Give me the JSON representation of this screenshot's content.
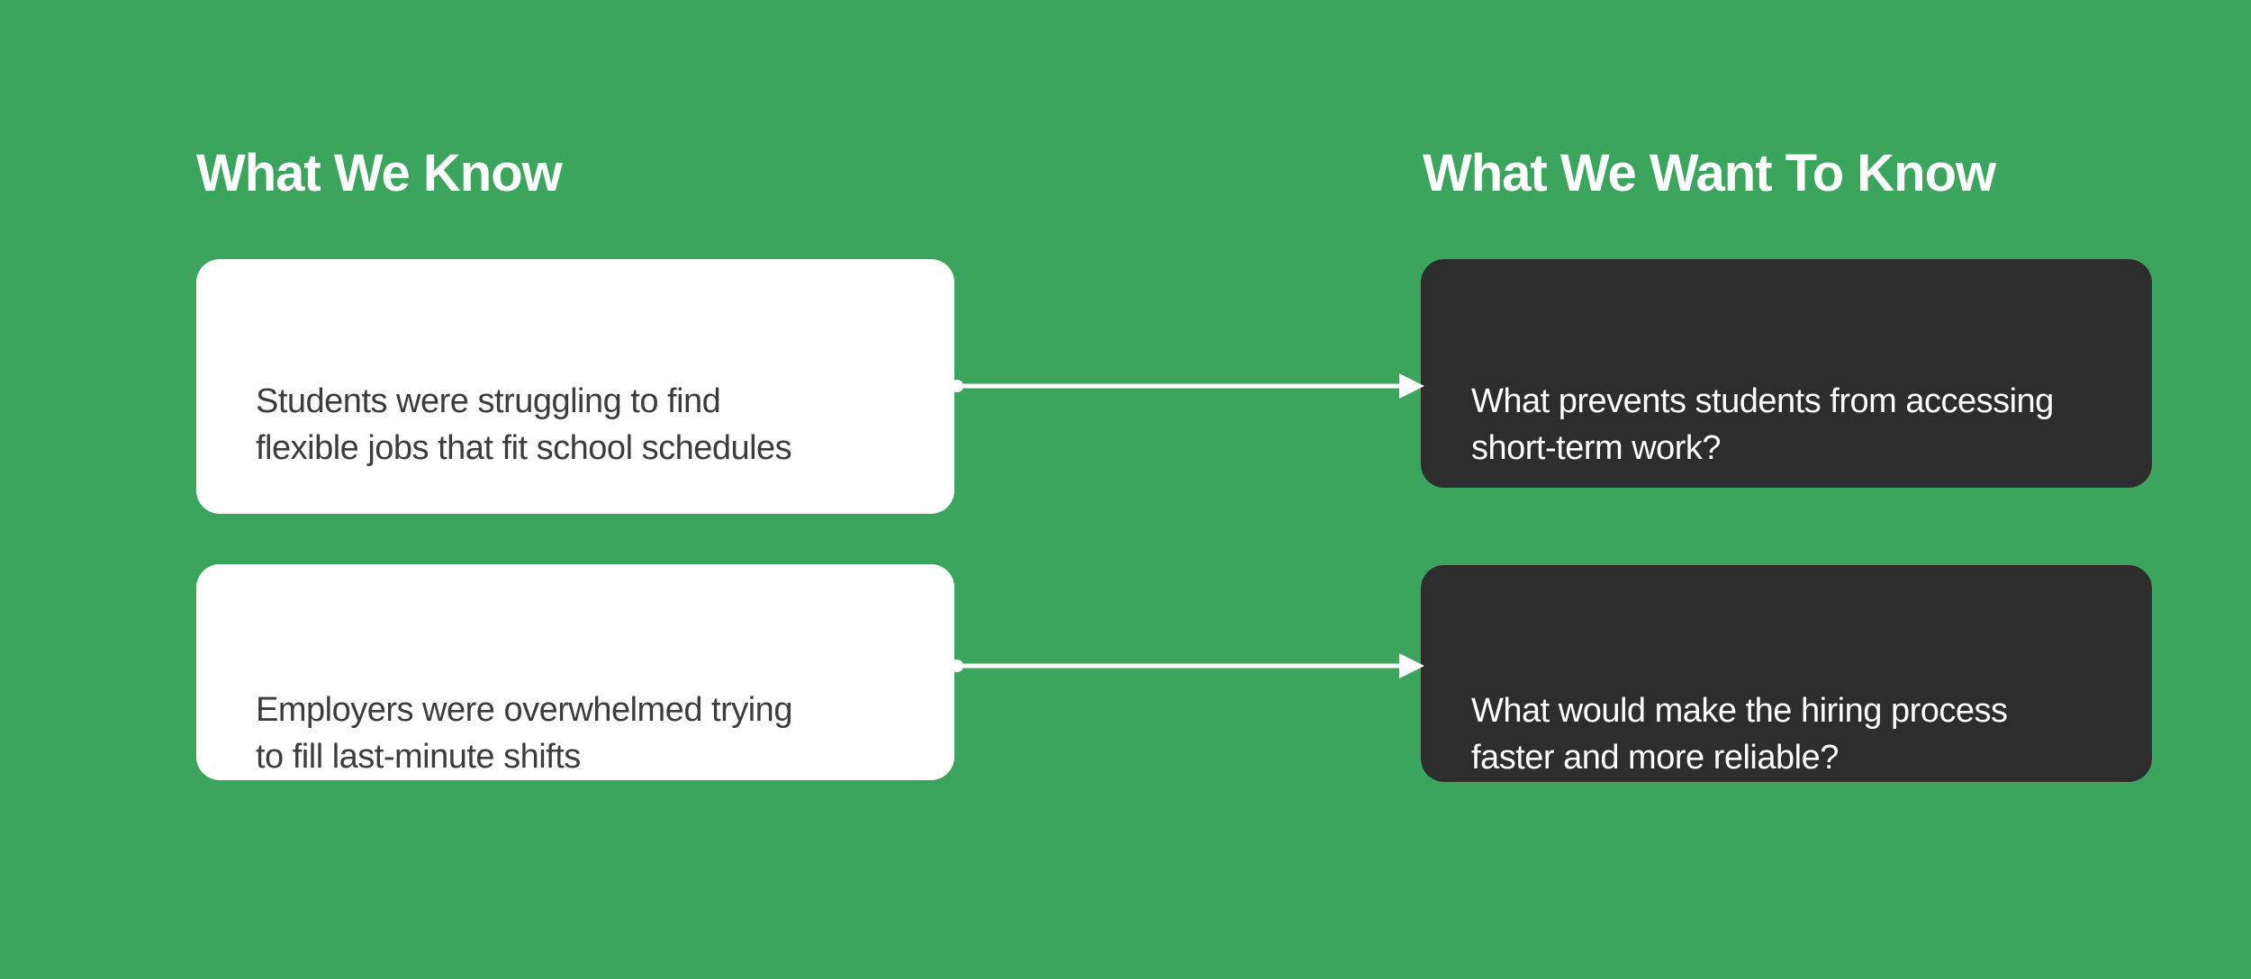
{
  "colors": {
    "background": "#3BA55D",
    "card_light_bg": "#FFFFFF",
    "card_dark_bg": "#2D2D2D",
    "text_on_light": "#3C3C3C",
    "text_on_dark": "#FFFFFF",
    "heading_text": "#FFFFFF",
    "arrow": "#FFFFFF"
  },
  "columns": {
    "left": {
      "title": "What We Know"
    },
    "right": {
      "title": "What We Want To Know"
    }
  },
  "pairs": [
    {
      "known": "Students were struggling to find\nflexible jobs that fit school schedules",
      "question": "What prevents students from accessing\nshort-term work?"
    },
    {
      "known": "Employers were overwhelmed trying\nto fill last-minute shifts",
      "question": "What would make the hiring process\nfaster and more reliable?"
    }
  ]
}
